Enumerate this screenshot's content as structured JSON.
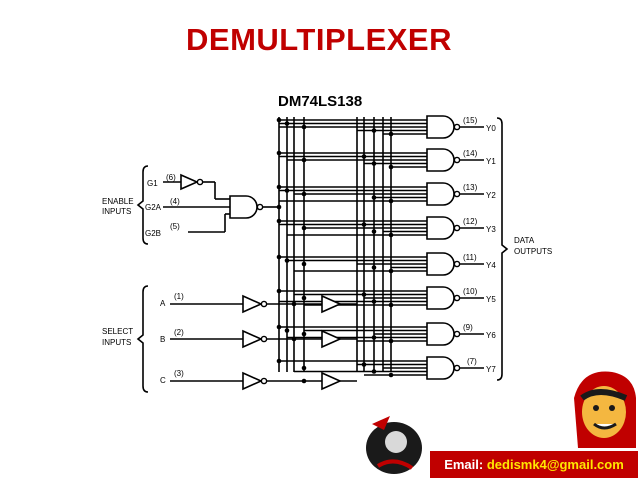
{
  "title": "DEMULTIPLEXER",
  "chip": {
    "name": "DM74LS138",
    "enable": [
      {
        "label": "G1",
        "pin": "(6)"
      },
      {
        "label": "G2A",
        "pin": "(4)"
      },
      {
        "label": "G2B",
        "pin": "(5)"
      }
    ],
    "selects": [
      {
        "label": "A",
        "pin": "(1)"
      },
      {
        "label": "B",
        "pin": "(2)"
      },
      {
        "label": "C",
        "pin": "(3)"
      }
    ],
    "outputs": [
      {
        "label": "Y0",
        "pin": "(15)"
      },
      {
        "label": "Y1",
        "pin": "(14)"
      },
      {
        "label": "Y2",
        "pin": "(13)"
      },
      {
        "label": "Y3",
        "pin": "(12)"
      },
      {
        "label": "Y4",
        "pin": "(11)"
      },
      {
        "label": "Y5",
        "pin": "(10)"
      },
      {
        "label": "Y6",
        "pin": "(9)"
      },
      {
        "label": "Y7",
        "pin": "(7)"
      }
    ],
    "groups": {
      "enable_l1": "ENABLE",
      "enable_l2": "INPUTS",
      "select_l1": "SELECT",
      "select_l2": "INPUTS",
      "data_l1": "DATA",
      "data_l2": "OUTPUTS"
    }
  },
  "footer": {
    "email_label": "Email:",
    "email_value": "dedismk4@gmail.com"
  },
  "colors": {
    "title": "#c00000",
    "footer_bg": "#c00000",
    "footer_text": "#ffffff",
    "email": "#ffe600"
  },
  "icons": [
    "logo-silhouette-icon",
    "mascot-face-icon"
  ]
}
